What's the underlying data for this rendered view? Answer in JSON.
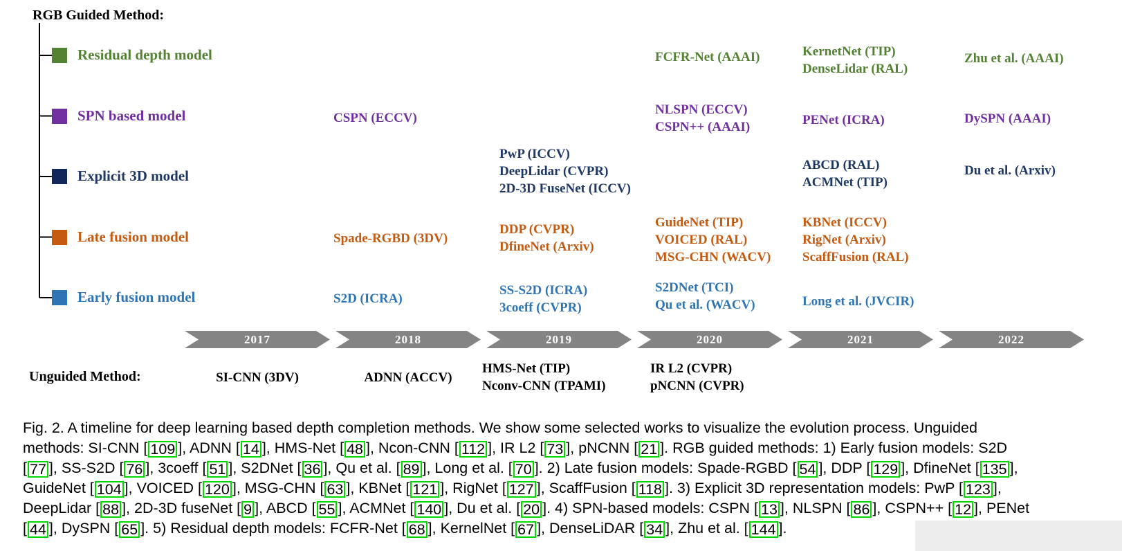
{
  "figure": {
    "rgb_guided_label": "RGB Guided Method:",
    "unguided_label": "Unguided Method:",
    "colors": {
      "residual": "#548235",
      "spn": "#7030a0",
      "explicit3d": "#1f3864",
      "explicit3d_swatch": "#12285c",
      "late": "#c55a11",
      "early": "#2e75b6",
      "unguided": "#000000",
      "arrow": "#848484",
      "year_text": "#ffffff",
      "ref_box": "#00d800",
      "gray_patch": "#ededed"
    },
    "legend": [
      {
        "key": "residual",
        "label": "Residual depth model"
      },
      {
        "key": "spn",
        "label": "SPN based model"
      },
      {
        "key": "explicit3d",
        "label": "Explicit 3D model"
      },
      {
        "key": "late",
        "label": "Late fusion model"
      },
      {
        "key": "early",
        "label": "Early fusion model"
      }
    ],
    "years": [
      "2017",
      "2018",
      "2019",
      "2020",
      "2021",
      "2022"
    ],
    "guided_entries": [
      {
        "category": "residual",
        "year": "2020",
        "lines": [
          "FCFR-Net (AAAI)"
        ]
      },
      {
        "category": "residual",
        "year": "2021",
        "lines": [
          "KernetNet (TIP)",
          "DenseLidar (RAL)"
        ]
      },
      {
        "category": "residual",
        "year": "2022",
        "lines": [
          "Zhu et al. (AAAI)"
        ]
      },
      {
        "category": "spn",
        "year": "2018",
        "lines": [
          "CSPN (ECCV)"
        ]
      },
      {
        "category": "spn",
        "year": "2020",
        "lines": [
          "NLSPN (ECCV)",
          "CSPN++ (AAAI)"
        ]
      },
      {
        "category": "spn",
        "year": "2021",
        "lines": [
          "PENet (ICRA)"
        ]
      },
      {
        "category": "spn",
        "year": "2022",
        "lines": [
          "DySPN (AAAI)"
        ]
      },
      {
        "category": "explicit3d",
        "year": "2019",
        "lines": [
          "PwP (ICCV)",
          "DeepLidar (CVPR)",
          "2D-3D FuseNet (ICCV)"
        ]
      },
      {
        "category": "explicit3d",
        "year": "2021",
        "lines": [
          "ABCD (RAL)",
          "ACMNet (TIP)"
        ]
      },
      {
        "category": "explicit3d",
        "year": "2022",
        "lines": [
          "Du et al. (Arxiv)"
        ]
      },
      {
        "category": "late",
        "year": "2018",
        "lines": [
          "Spade-RGBD (3DV)"
        ]
      },
      {
        "category": "late",
        "year": "2019",
        "lines": [
          "DDP (CVPR)",
          "DfineNet (Arxiv)"
        ]
      },
      {
        "category": "late",
        "year": "2020",
        "lines": [
          "GuideNet (TIP)",
          "VOICED (RAL)",
          "MSG-CHN (WACV)"
        ]
      },
      {
        "category": "late",
        "year": "2021",
        "lines": [
          "KBNet (ICCV)",
          "RigNet (Arxiv)",
          "ScaffFusion (RAL)"
        ]
      },
      {
        "category": "early",
        "year": "2018",
        "lines": [
          "S2D (ICRA)"
        ]
      },
      {
        "category": "early",
        "year": "2019",
        "lines": [
          "SS-S2D (ICRA)",
          "3coeff (CVPR)"
        ]
      },
      {
        "category": "early",
        "year": "2020",
        "lines": [
          "S2DNet (TCI)",
          "Qu et al. (WACV)"
        ]
      },
      {
        "category": "early",
        "year": "2021",
        "lines": [
          "Long et al. (JVCIR)"
        ]
      }
    ],
    "unguided_entries": [
      {
        "year": "2017",
        "lines": [
          "SI-CNN (3DV)"
        ]
      },
      {
        "year": "2018",
        "lines": [
          "ADNN (ACCV)"
        ]
      },
      {
        "year": "2019",
        "lines": [
          "HMS-Net (TIP)",
          "Nconv-CNN (TPAMI)"
        ]
      },
      {
        "year": "2020",
        "lines": [
          "IR L2 (CVPR)",
          "pNCNN (CVPR)"
        ]
      }
    ]
  },
  "caption": {
    "lines": [
      [
        "Fig. 2. A timeline for deep learning based depth completion methods. We show some selected works to visualize the evolution process. Unguided"
      ],
      [
        "methods: SI-CNN [",
        {
          "ref": "109"
        },
        "], ADNN [",
        {
          "ref": "14"
        },
        "], HMS-Net [",
        {
          "ref": "48"
        },
        "], Ncon-CNN [",
        {
          "ref": "112"
        },
        "], IR L2 [",
        {
          "ref": "73"
        },
        "], pNCNN [",
        {
          "ref": "21"
        },
        "]. RGB guided methods: 1) Early fusion models: S2D"
      ],
      [
        "[",
        {
          "ref": "77"
        },
        "], SS-S2D [",
        {
          "ref": "76"
        },
        "], 3coeff [",
        {
          "ref": "51"
        },
        "], S2DNet [",
        {
          "ref": "36"
        },
        "], Qu et al. [",
        {
          "ref": "89"
        },
        "], Long et al. [",
        {
          "ref": "70"
        },
        "]. 2) Late fusion models: Spade-RGBD [",
        {
          "ref": "54"
        },
        "], DDP [",
        {
          "ref": "129"
        },
        "], DfineNet [",
        {
          "ref": "135"
        },
        "],"
      ],
      [
        "GuideNet [",
        {
          "ref": "104"
        },
        "], VOICED [",
        {
          "ref": "120"
        },
        "], MSG-CHN [",
        {
          "ref": "63"
        },
        "], KBNet [",
        {
          "ref": "121"
        },
        "], RigNet [",
        {
          "ref": "127"
        },
        "], ScaffFusion [",
        {
          "ref": "118"
        },
        "]. 3) Explicit 3D representation models: PwP [",
        {
          "ref": "123"
        },
        "],"
      ],
      [
        "DeepLidar [",
        {
          "ref": "88"
        },
        "], 2D-3D fuseNet [",
        {
          "ref": "9"
        },
        "], ABCD [",
        {
          "ref": "55"
        },
        "], ACMNet [",
        {
          "ref": "140"
        },
        "], Du et al. [",
        {
          "ref": "20"
        },
        "]. 4) SPN-based models: CSPN [",
        {
          "ref": "13"
        },
        "], NLSPN [",
        {
          "ref": "86"
        },
        "], CSPN++ [",
        {
          "ref": "12"
        },
        "], PENet"
      ],
      [
        "[",
        {
          "ref": "44"
        },
        "], DySPN [",
        {
          "ref": "65"
        },
        "]. 5) Residual depth models: FCFR-Net [",
        {
          "ref": "68"
        },
        "], KernelNet [",
        {
          "ref": "67"
        },
        "], DenseLiDAR [",
        {
          "ref": "34"
        },
        "], Zhu et al. [",
        {
          "ref": "144"
        },
        "]."
      ]
    ]
  }
}
